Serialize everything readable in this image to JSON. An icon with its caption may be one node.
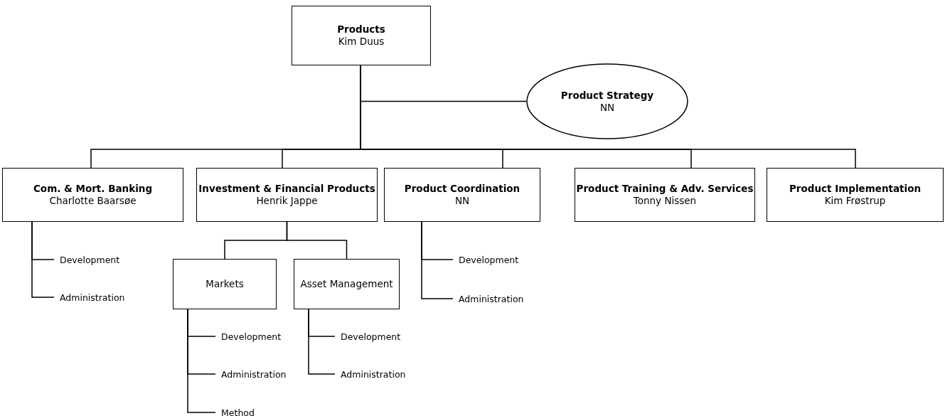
{
  "diagram": {
    "nodes": [
      {
        "text": [
          "Products",
          "Kim Duus"
        ]
      },
      {
        "text": [
          "Product Strategy",
          "NN"
        ]
      },
      {
        "text": [
          "Com. & Mort. Banking",
          "Charlotte Baarsøe"
        ]
      },
      {
        "text": [
          "Investment & Financial Products",
          "Henrik Jappe"
        ]
      },
      {
        "text": [
          "Product Coordination",
          "NN"
        ]
      },
      {
        "text": [
          "Product Training & Adv. Services",
          "Tonny Nissen"
        ]
      },
      {
        "text": [
          "Product Implementation",
          "Kim Frøstrup"
        ]
      },
      {
        "text": [
          "Markets"
        ]
      },
      {
        "text": [
          "Asset Management"
        ]
      },
      {
        "text": [
          "Development"
        ]
      },
      {
        "text": [
          "Administration"
        ]
      },
      {
        "text": [
          "Development"
        ]
      },
      {
        "text": [
          "Administration"
        ]
      },
      {
        "text": [
          "Method"
        ]
      },
      {
        "text": [
          "Development"
        ]
      },
      {
        "text": [
          "Administration"
        ]
      },
      {
        "text": [
          "Development"
        ]
      },
      {
        "text": [
          "Administration"
        ]
      }
    ],
    "edges": [
      {
        "from": 0,
        "to": 1,
        "arrow": "none"
      },
      {
        "from": 0,
        "to": 2,
        "arrow": "none"
      },
      {
        "from": 0,
        "to": 3,
        "arrow": "none"
      },
      {
        "from": 0,
        "to": 4,
        "arrow": "none"
      },
      {
        "from": 0,
        "to": 5,
        "arrow": "none"
      },
      {
        "from": 0,
        "to": 6,
        "arrow": "none"
      },
      {
        "from": 3,
        "to": 7,
        "arrow": "none"
      },
      {
        "from": 3,
        "to": 8,
        "arrow": "none"
      },
      {
        "from": 2,
        "to": 9,
        "arrow": "none"
      },
      {
        "from": 2,
        "to": 10,
        "arrow": "none"
      },
      {
        "from": 7,
        "to": 11,
        "arrow": "none"
      },
      {
        "from": 7,
        "to": 12,
        "arrow": "none"
      },
      {
        "from": 7,
        "to": 13,
        "arrow": "none"
      },
      {
        "from": 8,
        "to": 14,
        "arrow": "none"
      },
      {
        "from": 8,
        "to": 15,
        "arrow": "none"
      },
      {
        "from": 4,
        "to": 16,
        "arrow": "none"
      },
      {
        "from": 4,
        "to": 17,
        "arrow": "none"
      }
    ]
  }
}
